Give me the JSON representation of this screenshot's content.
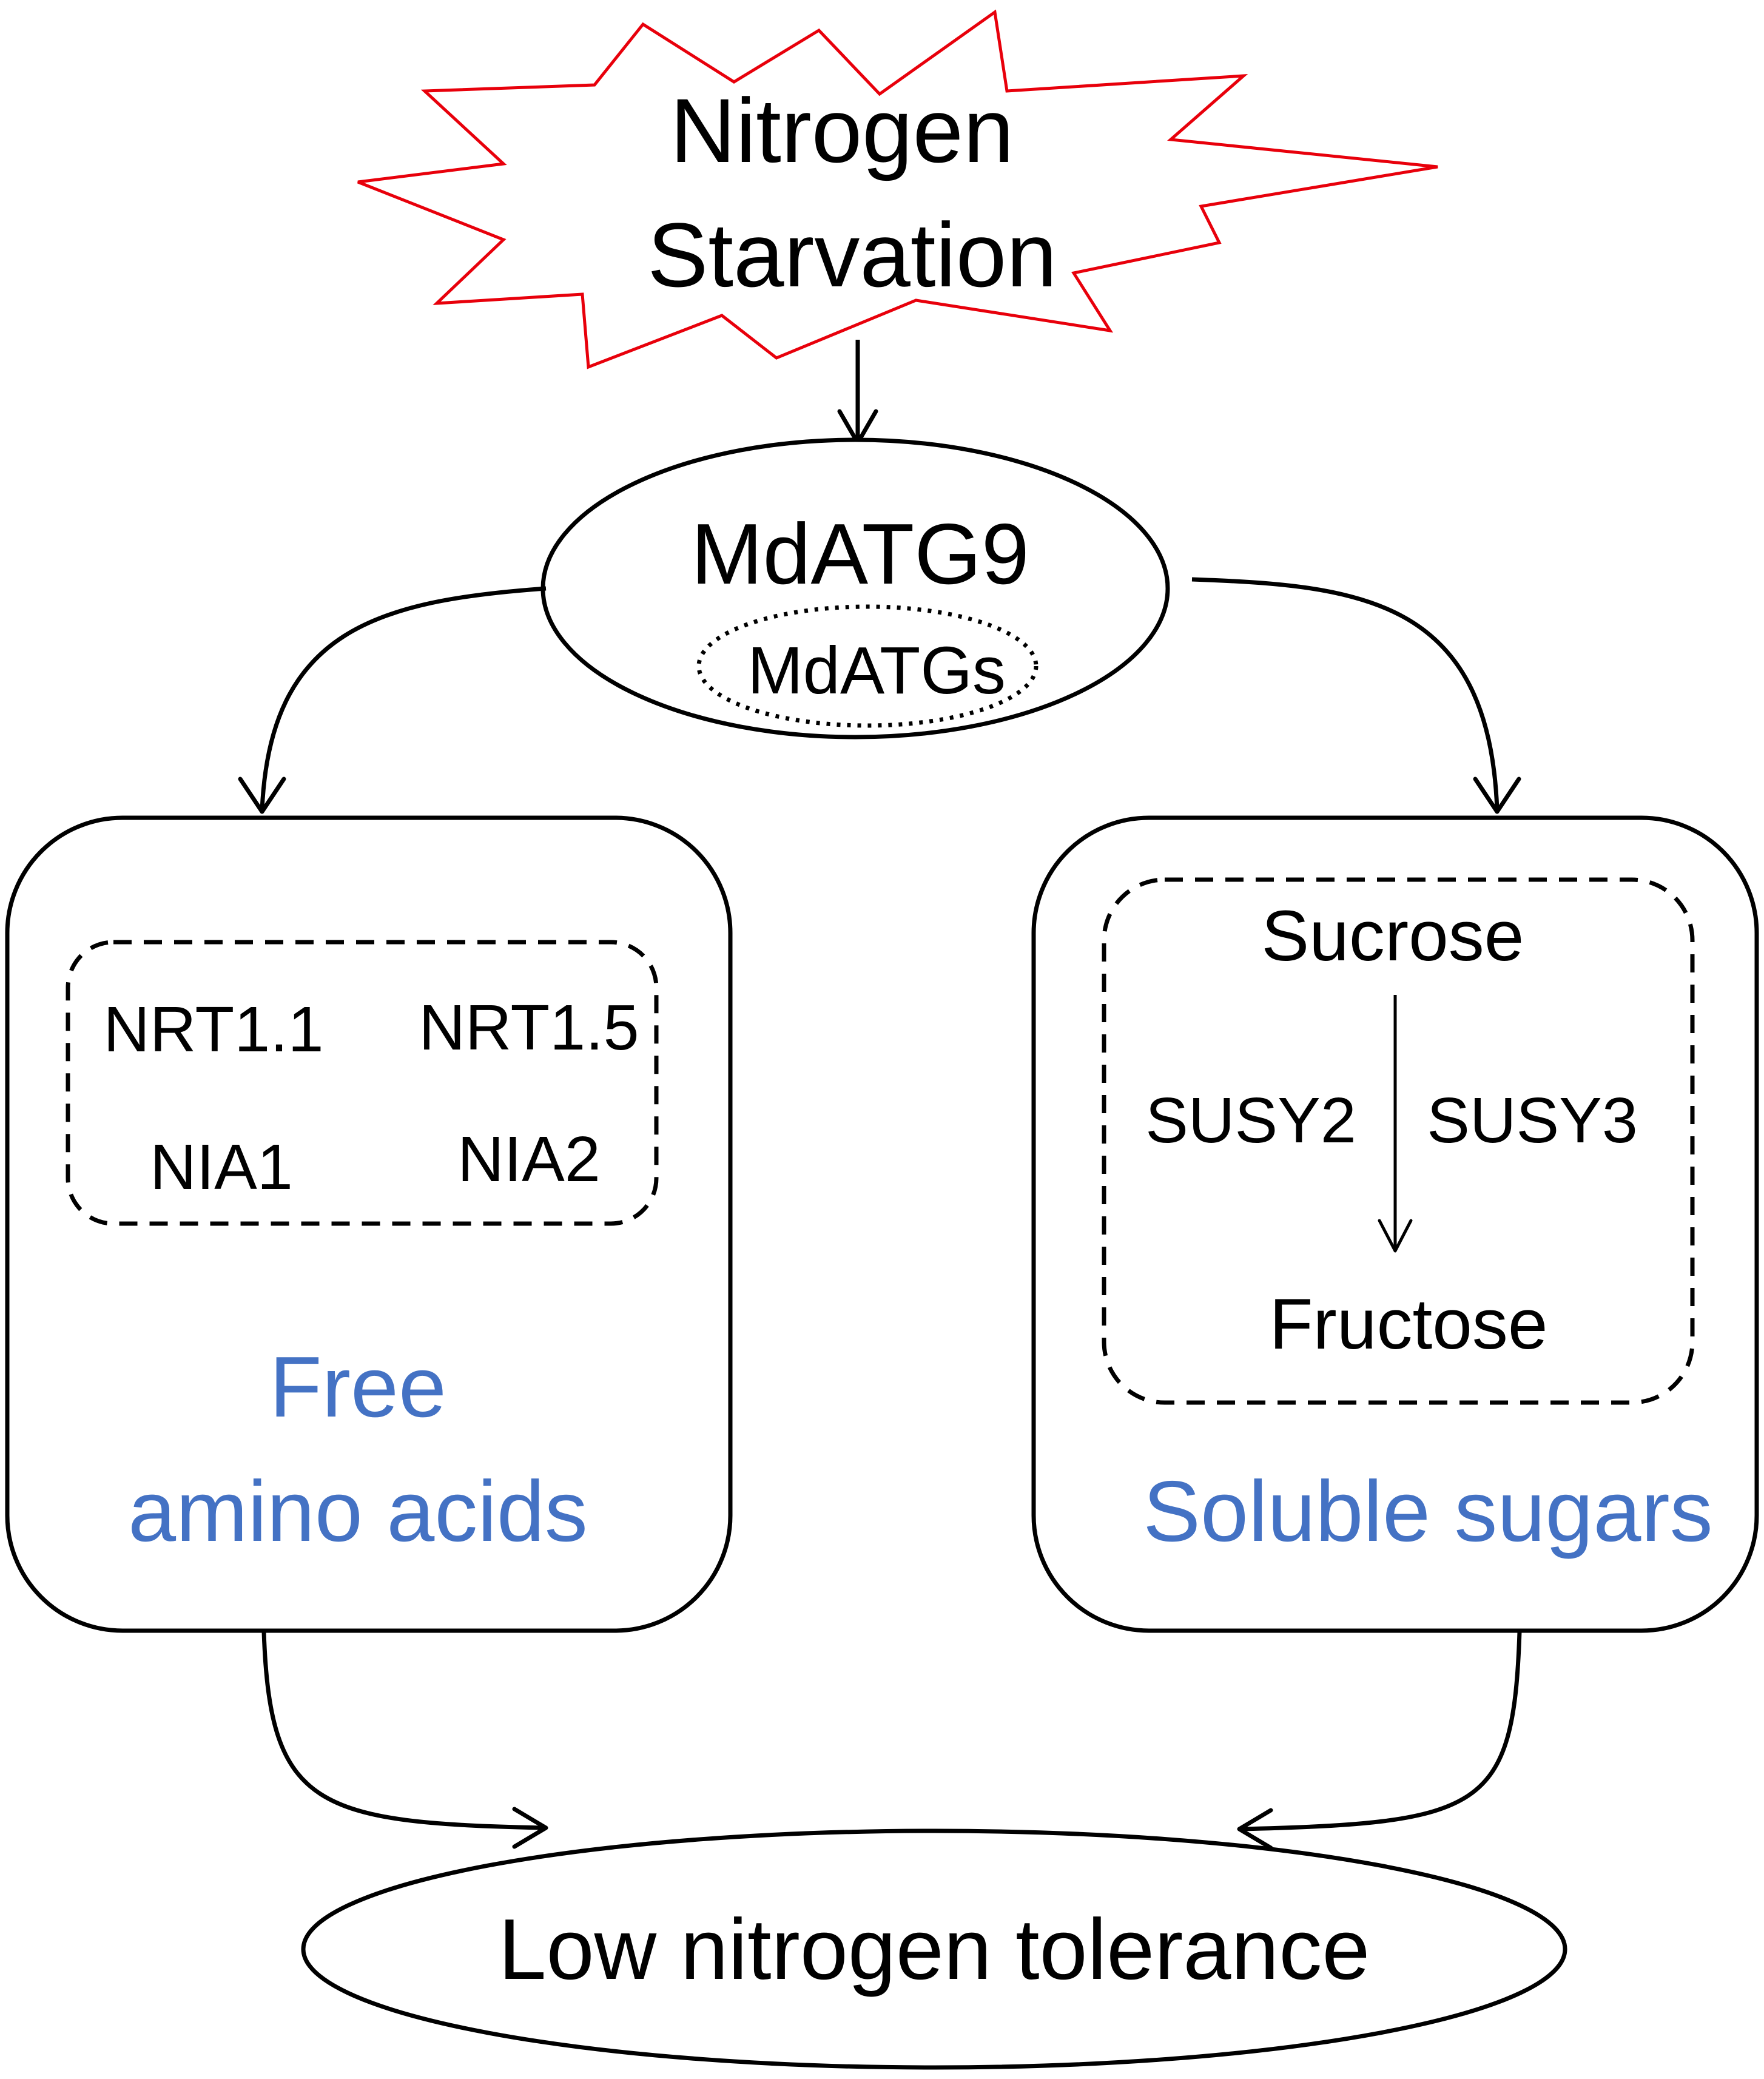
{
  "nodes": {
    "starvation": {
      "line1": "Nitrogen",
      "line2": "Starvation",
      "border_color": "#E8000B"
    },
    "mdatg9": {
      "label": "MdATG9",
      "sub_label": "MdATGs"
    },
    "amino_box": {
      "genes": [
        "NRT1.1",
        "NRT1.5",
        "NIA1",
        "NIA2"
      ],
      "title_line1": "Free",
      "title_line2": "amino acids",
      "title_color": "#4472C4"
    },
    "sugar_box": {
      "source": "Sucrose",
      "target": "Fructose",
      "enzyme_left": "SUSY2",
      "enzyme_right": "SUSY3",
      "title": "Soluble sugars",
      "title_color": "#4472C4"
    },
    "tolerance": {
      "label": "Low nitrogen tolerance"
    }
  },
  "edges": [
    {
      "from": "starvation",
      "to": "mdatg9"
    },
    {
      "from": "mdatg9",
      "to": "amino_box"
    },
    {
      "from": "mdatg9",
      "to": "sugar_box"
    },
    {
      "from": "sucrose",
      "to": "fructose"
    },
    {
      "from": "amino_box",
      "to": "tolerance"
    },
    {
      "from": "sugar_box",
      "to": "tolerance"
    }
  ]
}
